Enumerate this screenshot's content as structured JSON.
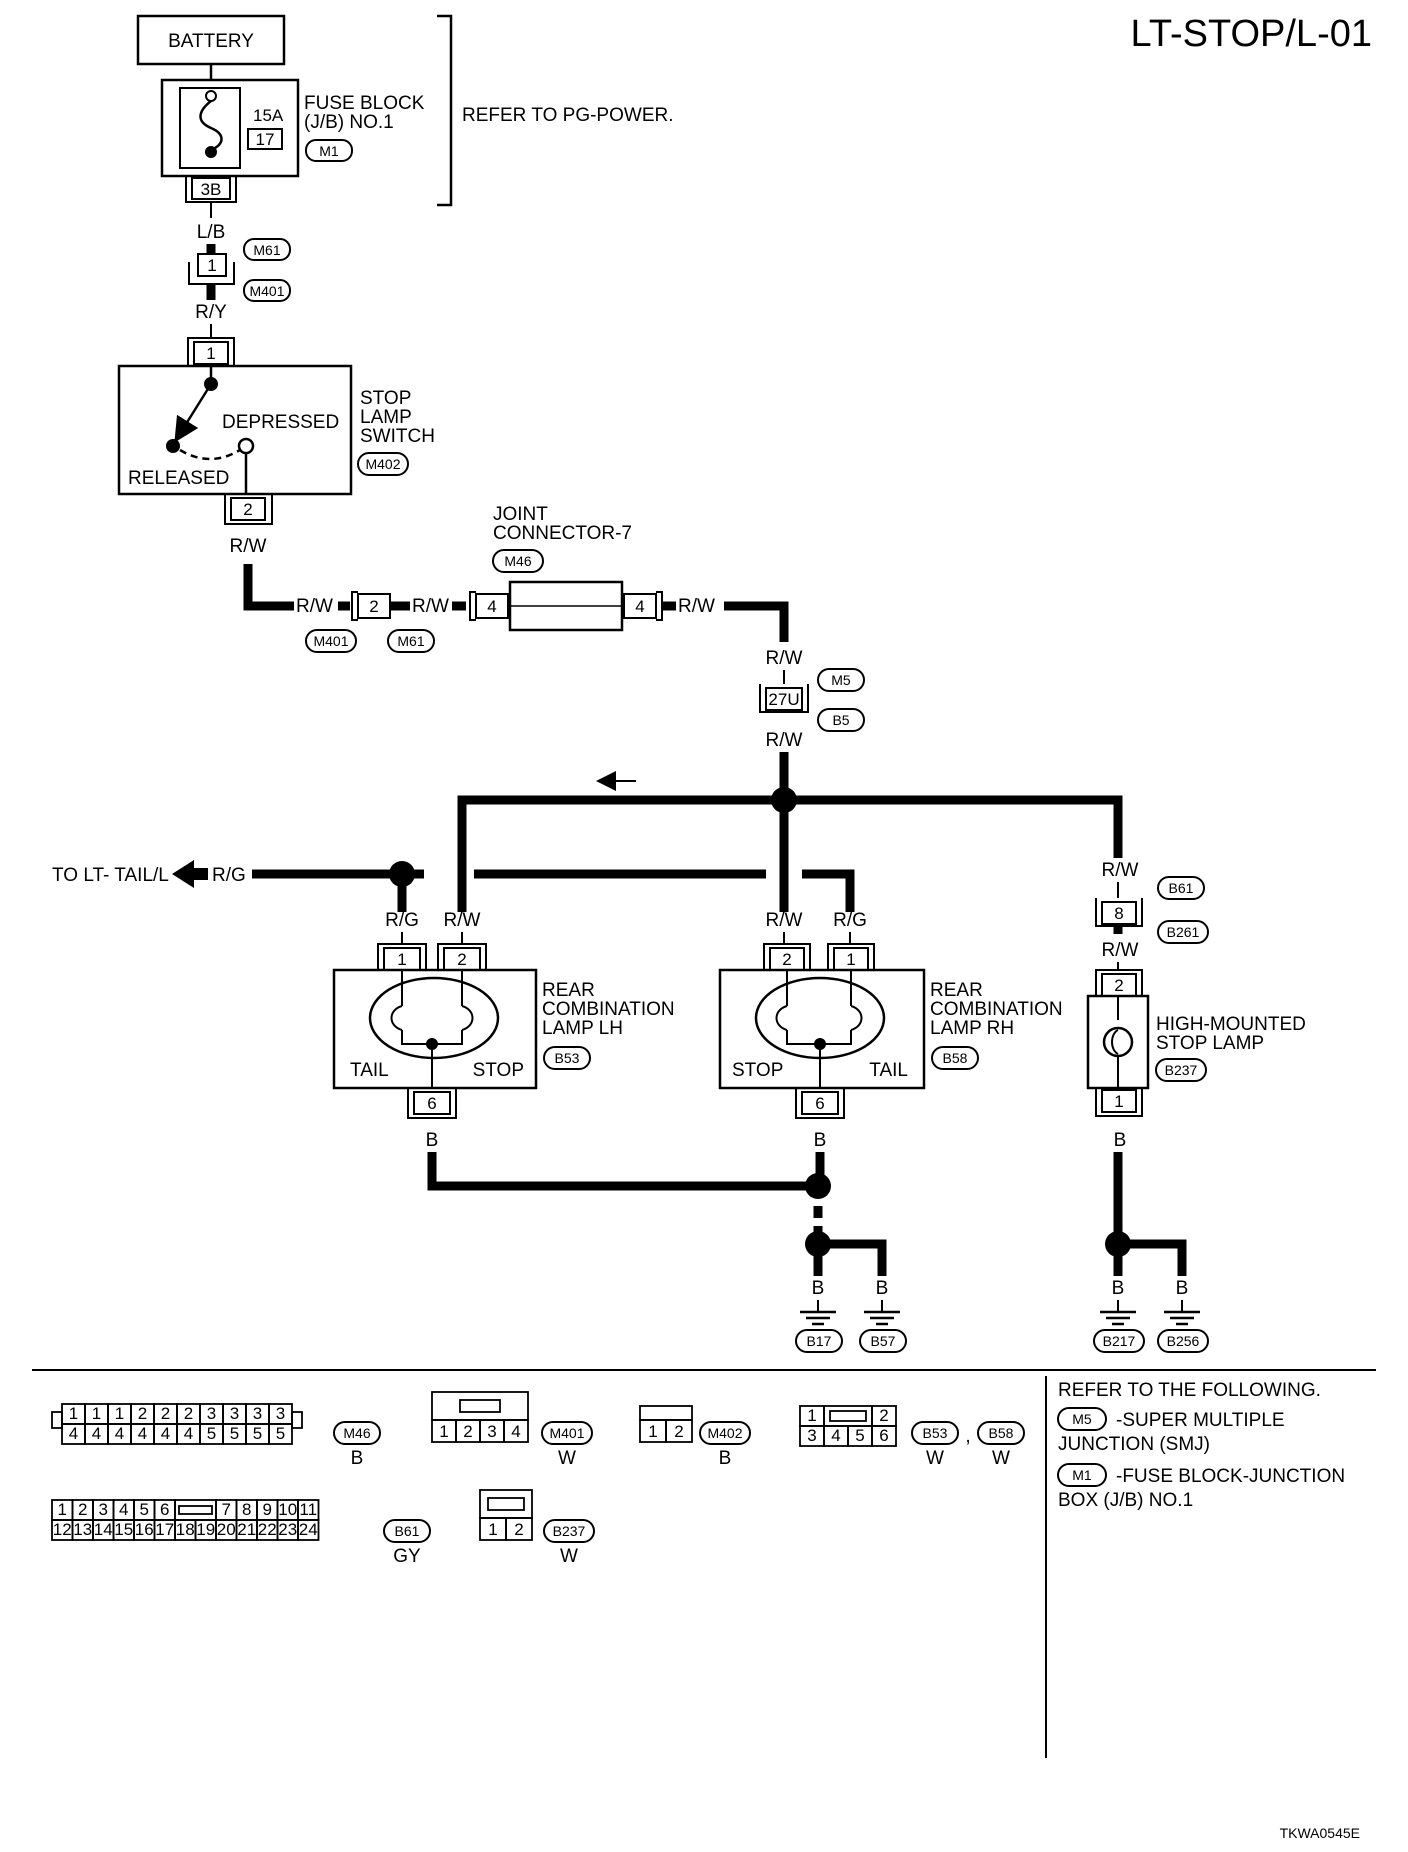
{
  "page_code": "LT-STOP/L-01",
  "image_code": "TKWA0545E",
  "battery": "BATTERY",
  "fuse_block": {
    "line1": "FUSE BLOCK",
    "line2": "(J/B) NO.1",
    "rating": "15A",
    "fuse_no": "17",
    "connector": "M1",
    "terminal": "3B"
  },
  "refer_pg": "REFER TO PG-POWER.",
  "wires": {
    "lb": "L/B",
    "ry": "R/Y",
    "rw": "R/W",
    "rg": "R/G",
    "b": "B"
  },
  "conn_upper": {
    "top": "M61",
    "pin": "1",
    "bottom": "M401"
  },
  "stop_switch": {
    "line1": "STOP",
    "line2": "LAMP",
    "line3": "SWITCH",
    "connector": "M402",
    "depressed": "DEPRESSED",
    "released": "RELEASED",
    "pin_in": "1",
    "pin_out": "2"
  },
  "inline_conn": {
    "pin": "2",
    "left": "M401",
    "right": "M61"
  },
  "joint": {
    "line1": "JOINT",
    "line2": "CONNECTOR-7",
    "connector": "M46",
    "pin_left": "4",
    "pin_right": "4"
  },
  "smj": {
    "pin": "27U",
    "top": "M5",
    "bottom": "B5"
  },
  "to_tail": "TO LT- TAIL/L",
  "lamp_lh": {
    "line1": "REAR",
    "line2": "COMBINATION",
    "line3": "LAMP LH",
    "connector": "B53",
    "tail": "TAIL",
    "stop": "STOP",
    "pin_left": "1",
    "pin_right": "2",
    "pin_ground": "6"
  },
  "lamp_rh": {
    "line1": "REAR",
    "line2": "COMBINATION",
    "line3": "LAMP RH",
    "connector": "B58",
    "tail": "TAIL",
    "stop": "STOP",
    "pin_left": "2",
    "pin_right": "1",
    "pin_ground": "6"
  },
  "conn_hm": {
    "pin": "8",
    "top": "B61",
    "bottom": "B261"
  },
  "hm_lamp": {
    "line1": "HIGH-MOUNTED",
    "line2": "STOP LAMP",
    "connector": "B237",
    "pin_in": "2",
    "pin_out": "1"
  },
  "grounds": [
    "B17",
    "B57",
    "B217",
    "B256"
  ],
  "connector_views": {
    "m46": {
      "name": "M46",
      "color": "B",
      "top": [
        "1",
        "1",
        "1",
        "2",
        "2",
        "2",
        "3",
        "3",
        "3",
        "3"
      ],
      "bottom": [
        "4",
        "4",
        "4",
        "4",
        "4",
        "4",
        "5",
        "5",
        "5",
        "5"
      ]
    },
    "m401": {
      "name": "M401",
      "color": "W",
      "pins": [
        "1",
        "2",
        "3",
        "4"
      ]
    },
    "m402": {
      "name": "M402",
      "color": "B",
      "pins": [
        "1",
        "2"
      ]
    },
    "b53b58": {
      "name1": "B53",
      "name2": "B58",
      "color1": "W",
      "color2": "W",
      "sep": ",",
      "top": [
        "1",
        "2"
      ],
      "bottom": [
        "3",
        "4",
        "5",
        "6"
      ]
    },
    "b61": {
      "name": "B61",
      "color": "GY",
      "top": [
        "1",
        "2",
        "3",
        "4",
        "5",
        "6",
        "7",
        "8",
        "9",
        "10",
        "11"
      ],
      "bottom": [
        "12",
        "13",
        "14",
        "15",
        "16",
        "17",
        "18",
        "19",
        "20",
        "21",
        "22",
        "23",
        "24"
      ]
    },
    "b237": {
      "name": "B237",
      "color": "W",
      "pins": [
        "1",
        "2"
      ]
    }
  },
  "refer_following": {
    "title": "REFER TO THE FOLLOWING.",
    "m5_code": "M5",
    "m5_line1": "-SUPER MULTIPLE",
    "m5_line2": "JUNCTION (SMJ)",
    "m1_code": "M1",
    "m1_line1": "-FUSE BLOCK-JUNCTION",
    "m1_line2": "BOX (J/B) NO.1"
  }
}
